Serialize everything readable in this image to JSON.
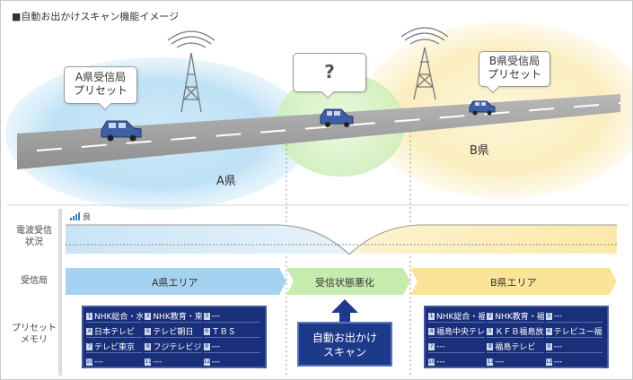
{
  "title": "■自動お出かけスキャン機能イメージ",
  "bubbles": {
    "a_preset": [
      "A県受信局",
      "プリセット"
    ],
    "question": "?",
    "b_preset": [
      "B県受信局",
      "プリセット"
    ]
  },
  "prefectures": {
    "a": "A県",
    "b": "B県"
  },
  "rows": {
    "signal": [
      "電波受信",
      "状況"
    ],
    "station": "受信局",
    "preset": [
      "プリセット",
      "メモリ"
    ]
  },
  "signal_good_label": "良",
  "areas": {
    "a_area": "A県エリア",
    "middle": "受信状態悪化",
    "b_area": "B県エリア"
  },
  "scan_button": [
    "自動お出かけ",
    "スキャン"
  ],
  "preset_a": [
    [
      {
        "n": "1",
        "t": "NHK総合・水戸"
      },
      {
        "n": "2",
        "t": "NHK教育・東京"
      },
      {
        "n": "3",
        "t": "---"
      }
    ],
    [
      {
        "n": "4",
        "t": "日本テレビ"
      },
      {
        "n": "5",
        "t": "テレビ朝日"
      },
      {
        "n": "6",
        "t": "ＴＢＳ"
      }
    ],
    [
      {
        "n": "7",
        "t": "テレビ東京"
      },
      {
        "n": "8",
        "t": "フジテレビジョン"
      },
      {
        "n": "9",
        "t": "---"
      }
    ],
    [
      {
        "n": "10",
        "t": "---"
      },
      {
        "n": "11",
        "t": "---"
      },
      {
        "n": "12",
        "t": "---"
      }
    ]
  ],
  "preset_b": [
    [
      {
        "n": "1",
        "t": "NHK総合・福島"
      },
      {
        "n": "2",
        "t": "NHK教育・福島"
      },
      {
        "n": "3",
        "t": "---"
      }
    ],
    [
      {
        "n": "4",
        "t": "福島中央テレビ"
      },
      {
        "n": "5",
        "t": "ＫＦＢ福島放送"
      },
      {
        "n": "6",
        "t": "テレビユー福島"
      }
    ],
    [
      {
        "n": "7",
        "t": "---"
      },
      {
        "n": "8",
        "t": "福島テレビ"
      },
      {
        "n": "9",
        "t": "---"
      }
    ],
    [
      {
        "n": "10",
        "t": "---"
      },
      {
        "n": "11",
        "t": "---"
      },
      {
        "n": "12",
        "t": "---"
      }
    ]
  ],
  "colors": {
    "a_zone": "#bfe1f5",
    "b_zone": "#fbeec0",
    "mid_zone": "#d8f2c8",
    "preset_bg": "#1a2f7a",
    "scan_button": "#1d3a8a"
  }
}
